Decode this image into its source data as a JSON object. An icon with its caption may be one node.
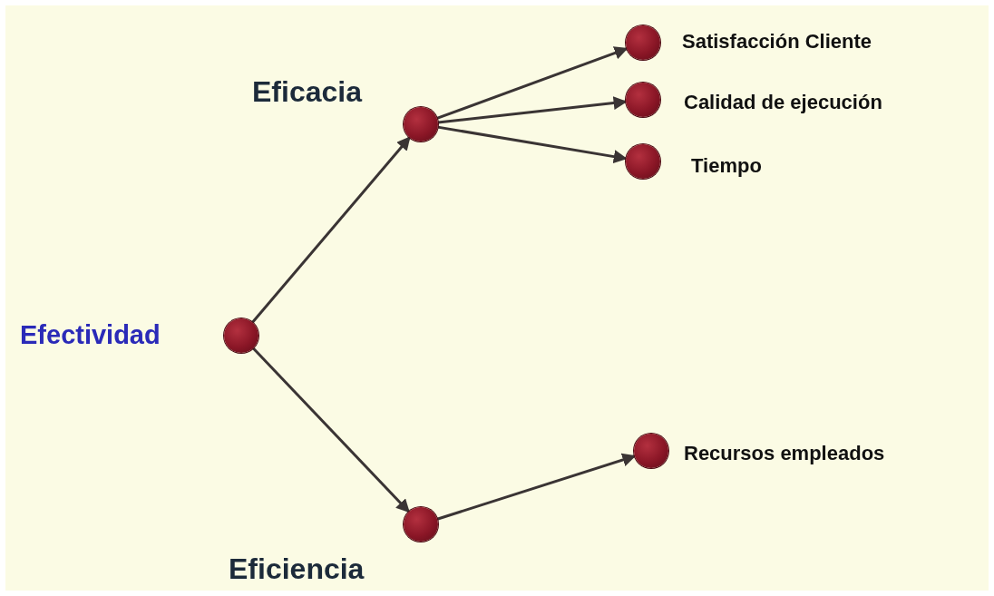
{
  "diagram": {
    "nodes": [
      {
        "text": [],
        "shape": "circle",
        "beside": [
          "Efectividad"
        ]
      },
      {
        "text": [],
        "shape": "circle",
        "beside": [
          "Eficacia"
        ]
      },
      {
        "text": [],
        "shape": "circle",
        "beside": [
          "Eficiencia"
        ]
      },
      {
        "text": [],
        "shape": "circle",
        "beside": [
          "Satisfacción Cliente"
        ]
      },
      {
        "text": [],
        "shape": "circle",
        "beside": [
          "Calidad de ejecución"
        ]
      },
      {
        "text": [],
        "shape": "circle",
        "beside": [
          "Tiempo"
        ]
      },
      {
        "text": [],
        "shape": "circle",
        "beside": [
          "Recursos empleados"
        ]
      }
    ],
    "edges": [
      {
        "from": 0,
        "to": 1,
        "arrow": "to"
      },
      {
        "from": 0,
        "to": 2,
        "arrow": "to"
      },
      {
        "from": 1,
        "to": 3,
        "arrow": "to"
      },
      {
        "from": 1,
        "to": 4,
        "arrow": "to"
      },
      {
        "from": 1,
        "to": 5,
        "arrow": "to"
      },
      {
        "from": 2,
        "to": 6,
        "arrow": "to"
      }
    ]
  }
}
